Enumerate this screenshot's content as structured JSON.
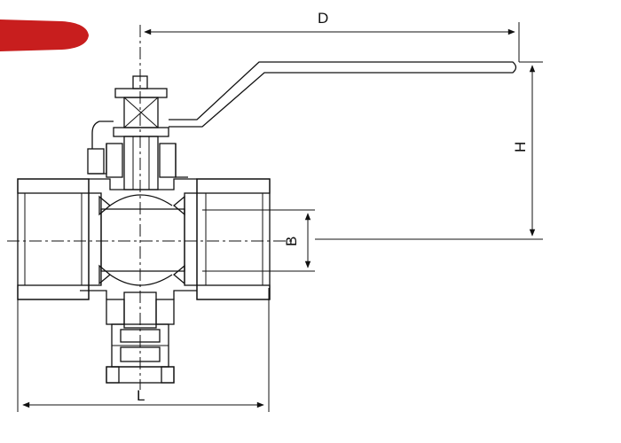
{
  "dimensions": {
    "d_label": "D",
    "h_label": "H",
    "b_label": "B",
    "l_label": "L"
  },
  "colors": {
    "handle_grip": "#c81e1e",
    "line": "#111111"
  },
  "icons": {
    "handle_grip": "red-handle-grip-icon"
  }
}
